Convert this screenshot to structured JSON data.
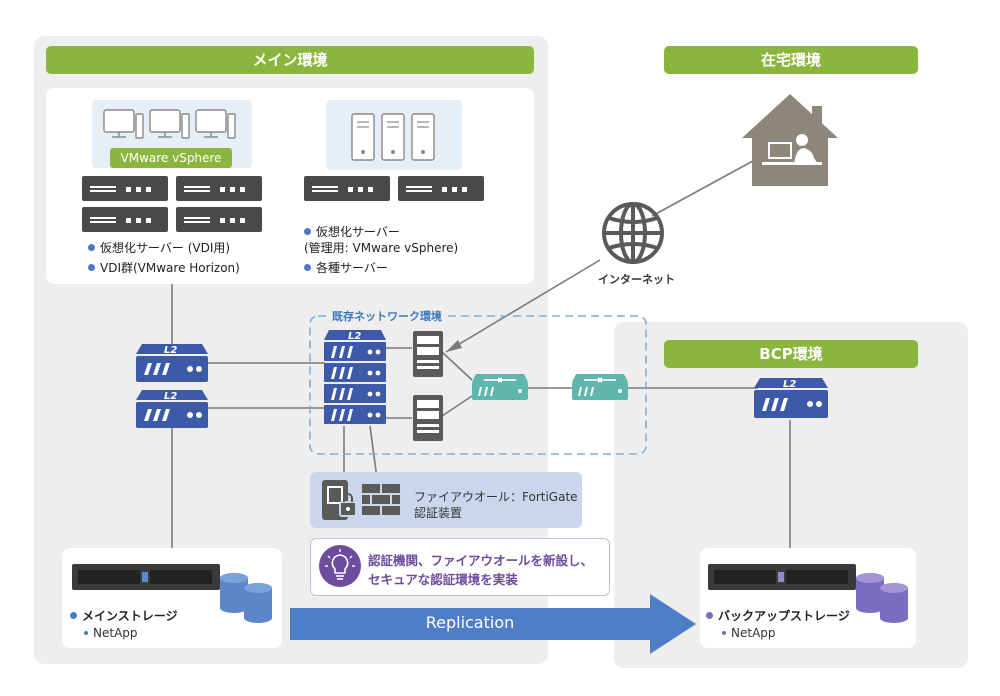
{
  "main_env": {
    "title": "メイン環境",
    "vsphere_label": "VMware vSphere",
    "vdi_bullets": [
      "仮想化サーバー (VDI用)",
      "VDI群(VMware Horizon)"
    ],
    "mgmt_bullet_line1": "仮想化サーバー",
    "mgmt_bullet_line2": "(管理用: VMware vSphere)",
    "misc_bullet": "各種サーバー",
    "storage_label": "メインストレージ",
    "storage_sub": "NetApp"
  },
  "home_env": {
    "title": "在宅環境"
  },
  "internet_label": "インターネット",
  "existing_network": {
    "title": "既存ネットワーク環境"
  },
  "bcp_env": {
    "title": "BCP環境",
    "storage_label": "バックアップストレージ",
    "storage_sub": "NetApp"
  },
  "switch_label": "L2",
  "firewall": {
    "line1": "ファイアウオール：FortiGate",
    "line2": "認証装置"
  },
  "callout": {
    "line1": "認証機関、ファイアウオールを新設し、",
    "line2": "セキュアな認証環境を実装"
  },
  "replication_label": "Replication",
  "colors": {
    "green": "#8bb63e",
    "switch_blue": "#3d5aa8",
    "router_teal": "#5fb6ad",
    "house": "#8d867a",
    "arrow_blue": "#4f7ec6",
    "callout_purple": "#6d4b9e"
  }
}
